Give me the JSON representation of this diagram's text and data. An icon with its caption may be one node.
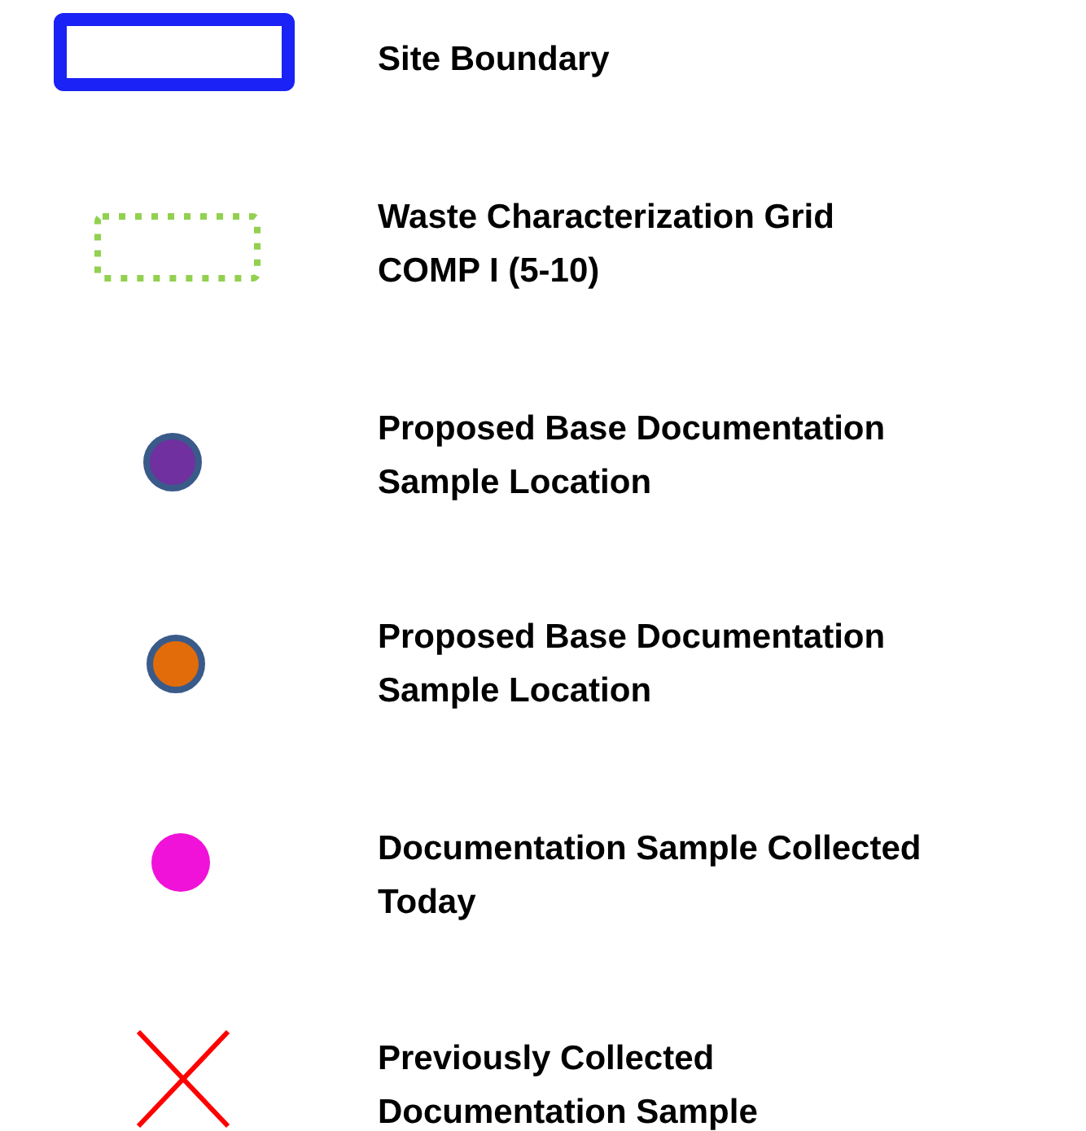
{
  "diagram": {
    "legend": [
      {
        "text": "Site Boundary",
        "color": "#1a22f5"
      },
      {
        "text": "Waste Characterization Grid COMP I (5-10)",
        "color": "#92d050"
      },
      {
        "text": "Proposed Base Documentation Sample Location",
        "color": "#7030a0"
      },
      {
        "text": "Proposed Base Documentation Sample Location",
        "color": "#e36c0a"
      },
      {
        "text": "Documentation Sample Collected Today",
        "color": "#f012d8"
      },
      {
        "text": "Previously Collected Documentation Sample",
        "color": "#ff0000"
      }
    ]
  }
}
